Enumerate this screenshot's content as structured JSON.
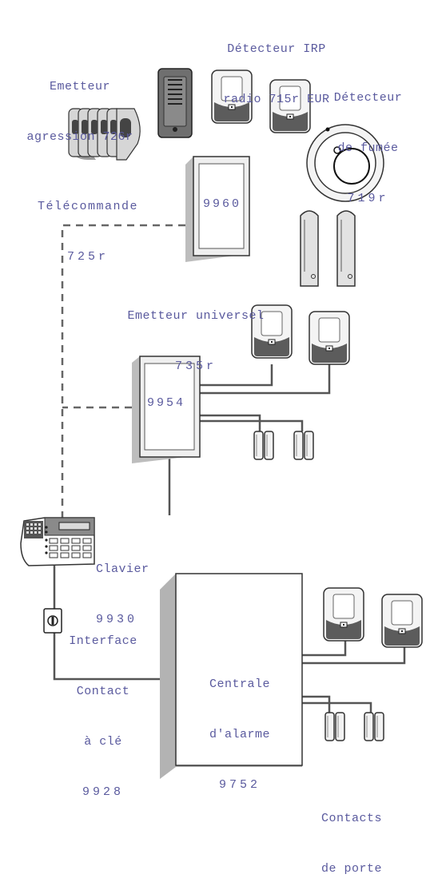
{
  "labels": {
    "irp_detector": [
      "Détecteur IRP",
      "radio 715r EUR"
    ],
    "aggression_emitter": [
      "Emetteur",
      "agression 726r"
    ],
    "smoke_detector": [
      "Détecteur",
      "de fumée",
      "719r"
    ],
    "remote_control": [
      "Télécommande",
      "725r"
    ],
    "universal_emitter": [
      "Emetteur universel",
      "735r"
    ],
    "keypad": [
      "Clavier",
      "9930"
    ],
    "key_contact_interface": [
      "Interface",
      "Contact",
      "à clé",
      "9928"
    ],
    "control_panel": [
      "Centrale",
      "d'alarme",
      "9752"
    ],
    "door_contacts": [
      "Contacts",
      "de porte"
    ]
  },
  "devices": {
    "receiver_9960": "9960",
    "expander_9954": "9954"
  },
  "icons": [
    "pir-detector-icon",
    "panic-button-icon",
    "smoke-detector-icon",
    "key-fob-icon",
    "door-contact-icon",
    "keypad-icon",
    "key-switch-icon"
  ],
  "colors": {
    "label_text": "#5a5a9e",
    "wire": "#555555",
    "device_fill": "#e8e8e8"
  }
}
